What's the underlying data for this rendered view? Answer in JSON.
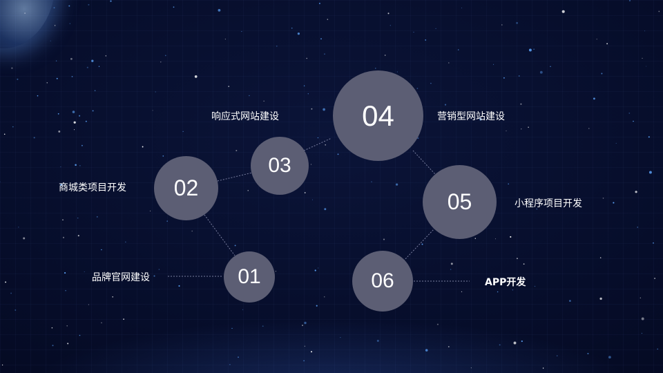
{
  "diagram": {
    "nodes": [
      {
        "number": "01",
        "label": "品牌官网建设"
      },
      {
        "number": "02",
        "label": "商城类项目开发"
      },
      {
        "number": "03",
        "label": "响应式网站建设"
      },
      {
        "number": "04",
        "label": "营销型网站建设"
      },
      {
        "number": "05",
        "label": "小程序项目开发"
      },
      {
        "number": "06",
        "label": "APP开发"
      }
    ]
  },
  "colors": {
    "background": "#050b24",
    "node_fill": "#5c5e74",
    "text": "#ffffff",
    "connector": "#7a7fa0",
    "stars": "#5fa8ff"
  }
}
